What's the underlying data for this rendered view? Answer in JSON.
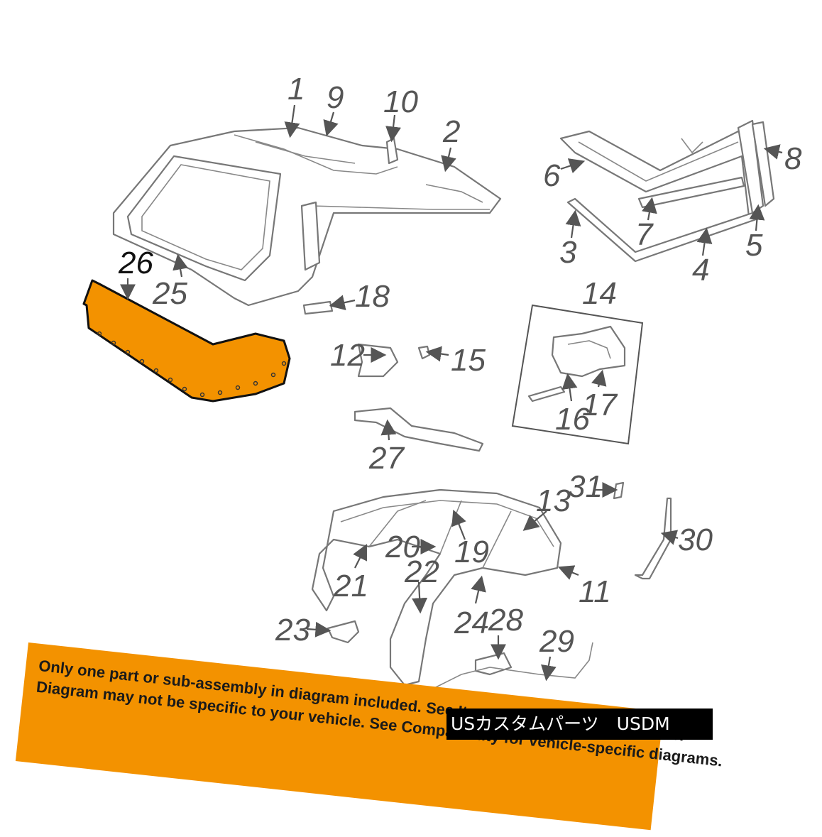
{
  "callouts": {
    "c1": "1",
    "c2": "2",
    "c3": "3",
    "c4": "4",
    "c5": "5",
    "c6": "6",
    "c7": "7",
    "c8": "8",
    "c9": "9",
    "c10": "10",
    "c11": "11",
    "c12": "12",
    "c13": "13",
    "c14": "14",
    "c15": "15",
    "c16": "16",
    "c17": "17",
    "c18": "18",
    "c19": "19",
    "c20": "20",
    "c21": "21",
    "c22": "22",
    "c23": "23",
    "c24": "24",
    "c25": "25",
    "c26": "26",
    "c27": "27",
    "c28": "28",
    "c29": "29",
    "c30": "30",
    "c31": "31"
  },
  "highlight_color": "#f39200",
  "banner": {
    "line1": "Only one part or sub-assembly in diagram included. See Item Specifics for Reference #.",
    "line2": "Diagram may not be specific to your vehicle. See Compatibility for vehicle-specific diagrams."
  },
  "watermark": "USカスタムパーツ　USDM"
}
